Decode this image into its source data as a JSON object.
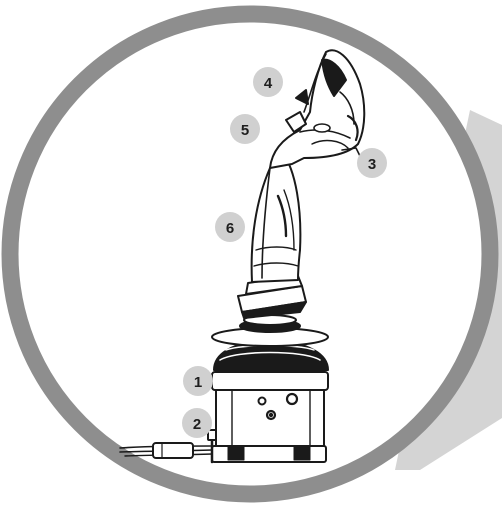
{
  "diagram": {
    "subject": "joystick",
    "colors": {
      "ring": "#8e8e8e",
      "shadow": "#d4d4d4",
      "badge": "#d0d0d0",
      "line": "#1a1a1a",
      "background": "#ffffff"
    },
    "callouts": [
      {
        "id": "1",
        "label": "1"
      },
      {
        "id": "2",
        "label": "2"
      },
      {
        "id": "3",
        "label": "3"
      },
      {
        "id": "4",
        "label": "4"
      },
      {
        "id": "5",
        "label": "5"
      },
      {
        "id": "6",
        "label": "6"
      }
    ]
  }
}
